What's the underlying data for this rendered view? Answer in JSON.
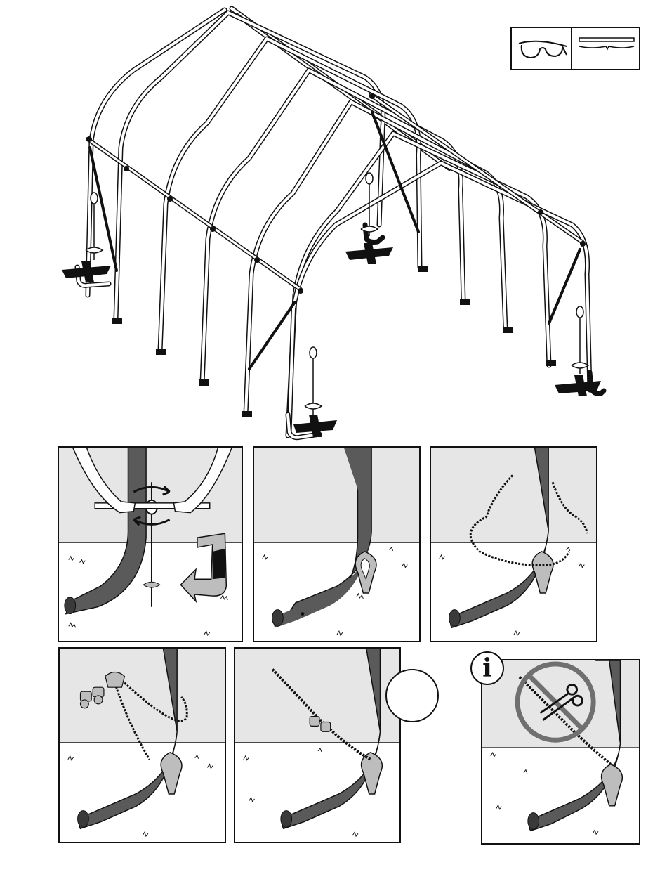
{
  "page": {
    "title": "",
    "info_symbol": "i"
  },
  "colors": {
    "line": "#111111",
    "sky": "#e6e6e6",
    "ground": "#ffffff",
    "pipe": "#5a5a5a",
    "pipe_dark": "#3a3a3a",
    "anchor": "#bdbdbd",
    "no_symbol": "#707070",
    "marker": "#111111"
  },
  "tools": [
    {
      "name": "safety-glasses-icon"
    },
    {
      "name": "cable-icon"
    }
  ],
  "steps": [
    {
      "name": "step-screw-anchor",
      "icons": [
        "hands-icon",
        "rotate-arrow-icon",
        "turn-arrow-icon"
      ]
    },
    {
      "name": "step-anchor-installed",
      "icons": [
        "anchor-eye-icon"
      ]
    },
    {
      "name": "step-thread-cable",
      "icons": [
        "cable-icon"
      ]
    },
    {
      "name": "step-attach-clamps",
      "icons": [
        "cable-clamp-icon"
      ]
    },
    {
      "name": "step-tighten-clamp",
      "icons": [
        "cable-clamp-icon"
      ]
    },
    {
      "name": "step-do-not-cut",
      "icons": [
        "no-scissors-icon",
        "info-icon"
      ]
    }
  ]
}
